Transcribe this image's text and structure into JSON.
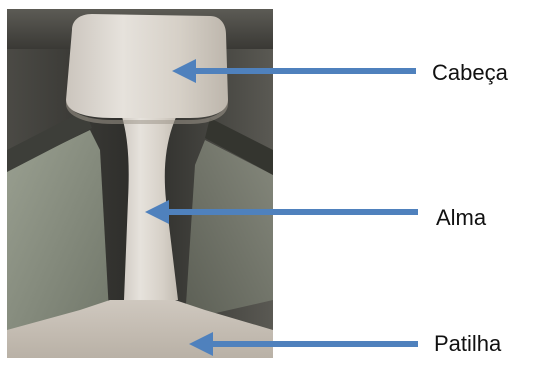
{
  "labels": {
    "head": "Cabeça",
    "web": "Alma",
    "foot": "Patilha"
  },
  "colors": {
    "arrow": "#4F81BD",
    "rail_steel": "#D8D3CC",
    "background_dark": "#3A3A37",
    "text": "#111111"
  }
}
